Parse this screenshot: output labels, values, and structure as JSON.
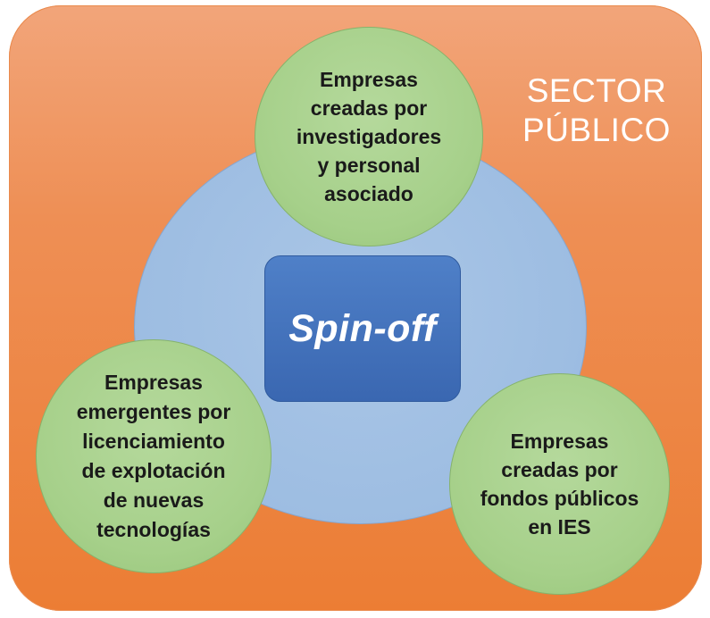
{
  "sector": {
    "line1": "SECTOR",
    "line2": "PÚBLICO"
  },
  "center": {
    "label": "Spin-off"
  },
  "circles": {
    "top": {
      "lines": [
        "Empresas",
        "creadas por",
        "investigadores",
        "y personal",
        "asociado"
      ]
    },
    "left": {
      "lines": [
        "Empresas",
        "emergentes por",
        "licenciamiento",
        "de explotación",
        "de nuevas",
        "tecnologías"
      ]
    },
    "right": {
      "lines": [
        "Empresas",
        "creadas por",
        "fondos públicos",
        "en IES"
      ]
    }
  },
  "colors": {
    "sector_orange": "#ec7d34",
    "inner_blue": "#9dbde2",
    "center_blue": "#3f6fb9",
    "green": "#a6d08a"
  }
}
